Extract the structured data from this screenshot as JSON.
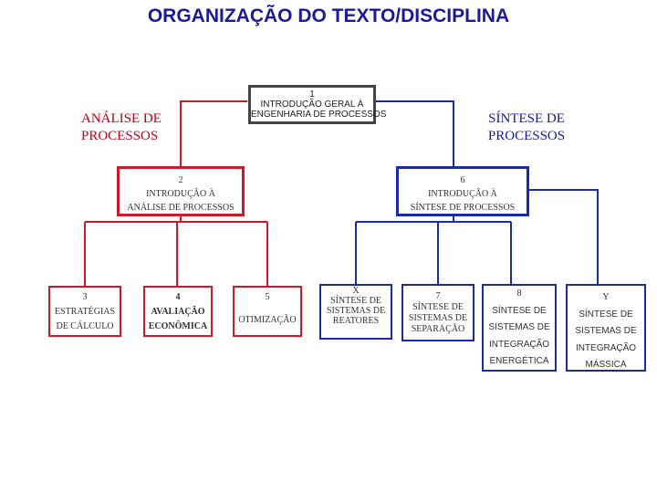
{
  "title": "ORGANIZAÇÃO DO TEXTO/DISCIPLINA",
  "colors": {
    "red": "#cc1a2a",
    "blue": "#1a2aaa",
    "root": "#444444"
  },
  "root": {
    "number": "1",
    "lines": [
      "INTRODUÇÃO GERAL À",
      "ENGENHARIA DE PROCESSOS"
    ]
  },
  "left_label": [
    "ANÁLISE DE",
    "PROCESSOS"
  ],
  "right_label": [
    "SÍNTESE DE",
    "PROCESSOS"
  ],
  "analysis": {
    "number": "2",
    "lines": [
      "INTRODUÇÃO À",
      "ANÁLISE DE PROCESSOS"
    ]
  },
  "synthesis": {
    "number": "6",
    "lines": [
      "INTRODUÇÃO À",
      "SÍNTESE DE PROCESSOS"
    ]
  },
  "leaves": [
    {
      "number": "3",
      "lines": [
        "ESTRATÉGIAS",
        "DE CÁLCULO"
      ]
    },
    {
      "number": "4",
      "lines": [
        "AVALIAÇÃO",
        "ECONÔMICA"
      ]
    },
    {
      "number": "5",
      "lines": [
        "OTIMIZAÇÃO"
      ]
    },
    {
      "number": "X",
      "lines": [
        "SÍNTESE DE",
        "SISTEMAS DE",
        "REATORES"
      ]
    },
    {
      "number": "7",
      "lines": [
        "SÍNTESE DE",
        "SISTEMAS DE",
        "SEPARAÇÃO"
      ]
    },
    {
      "number": "8",
      "lines": [
        "SÍNTESE DE",
        "SISTEMAS DE",
        "INTEGRAÇÃO",
        "ENERGÉTICA"
      ]
    },
    {
      "number": "Y",
      "lines": [
        "SÍNTESE DE",
        "SISTEMAS DE",
        "INTEGRAÇÃO",
        "MÁSSICA"
      ]
    }
  ]
}
